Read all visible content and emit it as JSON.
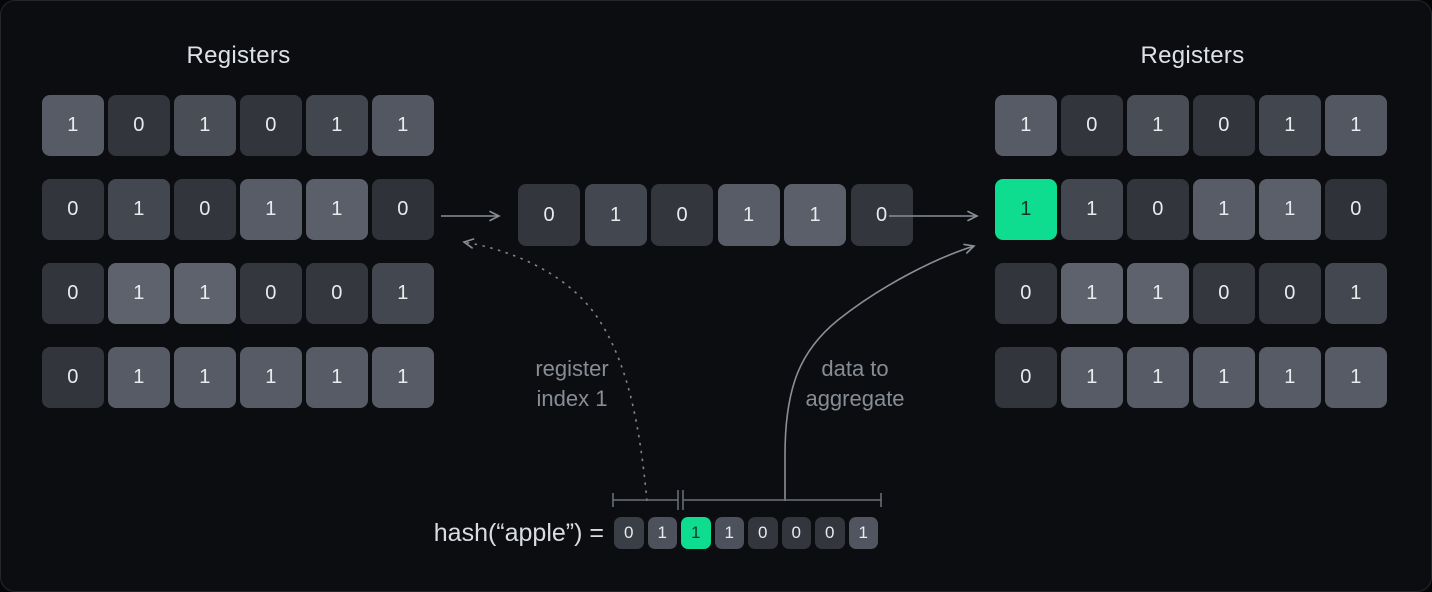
{
  "titles": {
    "left": "Registers",
    "right": "Registers"
  },
  "left_registers": {
    "rows": [
      [
        {
          "v": "1",
          "bg": "#565b65"
        },
        {
          "v": "0",
          "bg": "#32353c"
        },
        {
          "v": "1",
          "bg": "#484d56"
        },
        {
          "v": "0",
          "bg": "#32353c"
        },
        {
          "v": "1",
          "bg": "#42464f"
        },
        {
          "v": "1",
          "bg": "#525761"
        }
      ],
      [
        {
          "v": "0",
          "bg": "#32353c"
        },
        {
          "v": "1",
          "bg": "#43474f"
        },
        {
          "v": "0",
          "bg": "#32353c"
        },
        {
          "v": "1",
          "bg": "#575c66"
        },
        {
          "v": "1",
          "bg": "#5a5f69"
        },
        {
          "v": "0",
          "bg": "#2f3239"
        }
      ],
      [
        {
          "v": "0",
          "bg": "#32353c"
        },
        {
          "v": "1",
          "bg": "#5d626c"
        },
        {
          "v": "1",
          "bg": "#5d626c"
        },
        {
          "v": "0",
          "bg": "#34373e"
        },
        {
          "v": "0",
          "bg": "#34373e"
        },
        {
          "v": "1",
          "bg": "#43474f"
        }
      ],
      [
        {
          "v": "0",
          "bg": "#32353c"
        },
        {
          "v": "1",
          "bg": "#565b65"
        },
        {
          "v": "1",
          "bg": "#565b65"
        },
        {
          "v": "1",
          "bg": "#565b65"
        },
        {
          "v": "1",
          "bg": "#565b65"
        },
        {
          "v": "1",
          "bg": "#565b65"
        }
      ]
    ]
  },
  "extracted_row": {
    "cells": [
      {
        "v": "0",
        "bg": "#33363d"
      },
      {
        "v": "1",
        "bg": "#43474f"
      },
      {
        "v": "0",
        "bg": "#33363d"
      },
      {
        "v": "1",
        "bg": "#575c66"
      },
      {
        "v": "1",
        "bg": "#5a5f69"
      },
      {
        "v": "0",
        "bg": "#33363d"
      }
    ]
  },
  "right_registers": {
    "rows": [
      [
        {
          "v": "1",
          "bg": "#565b65"
        },
        {
          "v": "0",
          "bg": "#32353c"
        },
        {
          "v": "1",
          "bg": "#484d56"
        },
        {
          "v": "0",
          "bg": "#32353c"
        },
        {
          "v": "1",
          "bg": "#42464f"
        },
        {
          "v": "1",
          "bg": "#525761"
        }
      ],
      [
        {
          "v": "1",
          "bg": "#0edd90",
          "fg": "#14352a"
        },
        {
          "v": "1",
          "bg": "#43474f"
        },
        {
          "v": "0",
          "bg": "#32353c"
        },
        {
          "v": "1",
          "bg": "#575c66"
        },
        {
          "v": "1",
          "bg": "#5a5f69"
        },
        {
          "v": "0",
          "bg": "#2f3239"
        }
      ],
      [
        {
          "v": "0",
          "bg": "#32353c"
        },
        {
          "v": "1",
          "bg": "#5d626c"
        },
        {
          "v": "1",
          "bg": "#5d626c"
        },
        {
          "v": "0",
          "bg": "#34373e"
        },
        {
          "v": "0",
          "bg": "#34373e"
        },
        {
          "v": "1",
          "bg": "#43474f"
        }
      ],
      [
        {
          "v": "0",
          "bg": "#32353c"
        },
        {
          "v": "1",
          "bg": "#565b65"
        },
        {
          "v": "1",
          "bg": "#565b65"
        },
        {
          "v": "1",
          "bg": "#565b65"
        },
        {
          "v": "1",
          "bg": "#565b65"
        },
        {
          "v": "1",
          "bg": "#565b65"
        }
      ]
    ]
  },
  "labels": {
    "register_index_line1": "register",
    "register_index_line2": "index 1",
    "data_aggregate_line1": "data to",
    "data_aggregate_line2": "aggregate"
  },
  "hash": {
    "label": "hash(“apple”) =",
    "bits": [
      {
        "v": "0",
        "bg": "#3a3e46"
      },
      {
        "v": "1",
        "bg": "#4c515b"
      },
      {
        "v": "1",
        "bg": "#0edd90",
        "fg": "#14352a"
      },
      {
        "v": "1",
        "bg": "#4c515b"
      },
      {
        "v": "0",
        "bg": "#33363d"
      },
      {
        "v": "0",
        "bg": "#33363d"
      },
      {
        "v": "0",
        "bg": "#33363d"
      },
      {
        "v": "1",
        "bg": "#50555f"
      }
    ]
  },
  "colors": {
    "accent_green": "#0edd90",
    "arrow_gray": "#8a8f97",
    "bracket_gray": "#6d727a"
  }
}
